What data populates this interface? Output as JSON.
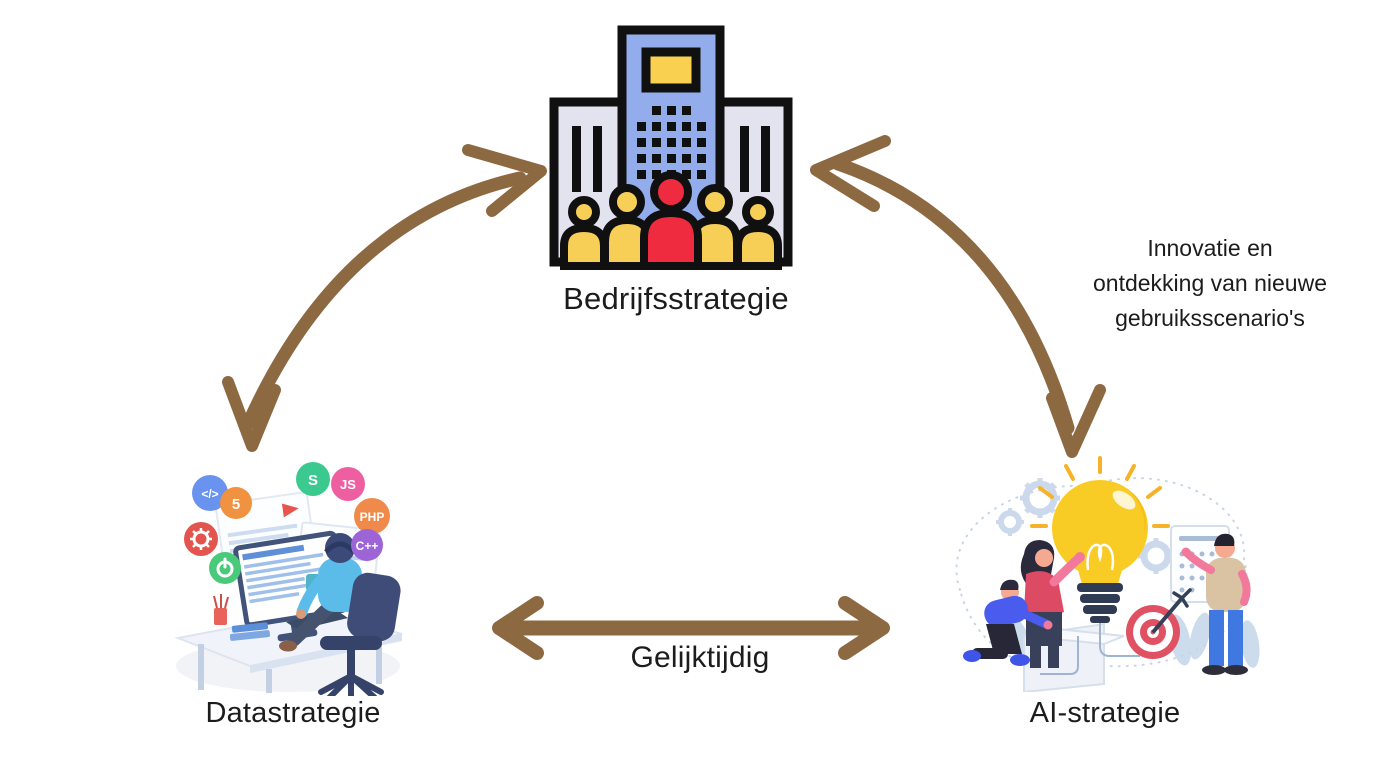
{
  "nodes": {
    "bedrijfsstrategie": {
      "label": "Bedrijfsstrategie"
    },
    "datastrategie": {
      "label": "Datastrategie"
    },
    "ai_strategie": {
      "label": "AI-strategie"
    }
  },
  "edges": {
    "bedrijf_ai": {
      "caption_line1": "Innovatie en",
      "caption_line2": "ontdekking van nieuwe",
      "caption_line3": "gebruiksscenario's"
    },
    "data_ai": {
      "caption": "Gelijktijdig"
    }
  },
  "tech_badges": {
    "code": "</>",
    "html5": "5",
    "sql": "S",
    "js": "JS",
    "php": "PHP",
    "cpp": "C++"
  },
  "colors": {
    "arrow_brown": "#8d6942",
    "building_blue": "#93acec",
    "building_gray": "#e2e3ee",
    "outline_black": "#101010",
    "people_yellow": "#f7cf56",
    "people_red": "#ee2b3f",
    "bulb_yellow": "#f9cb25",
    "target_red": "#e05263",
    "text": "#1c1c1c"
  }
}
